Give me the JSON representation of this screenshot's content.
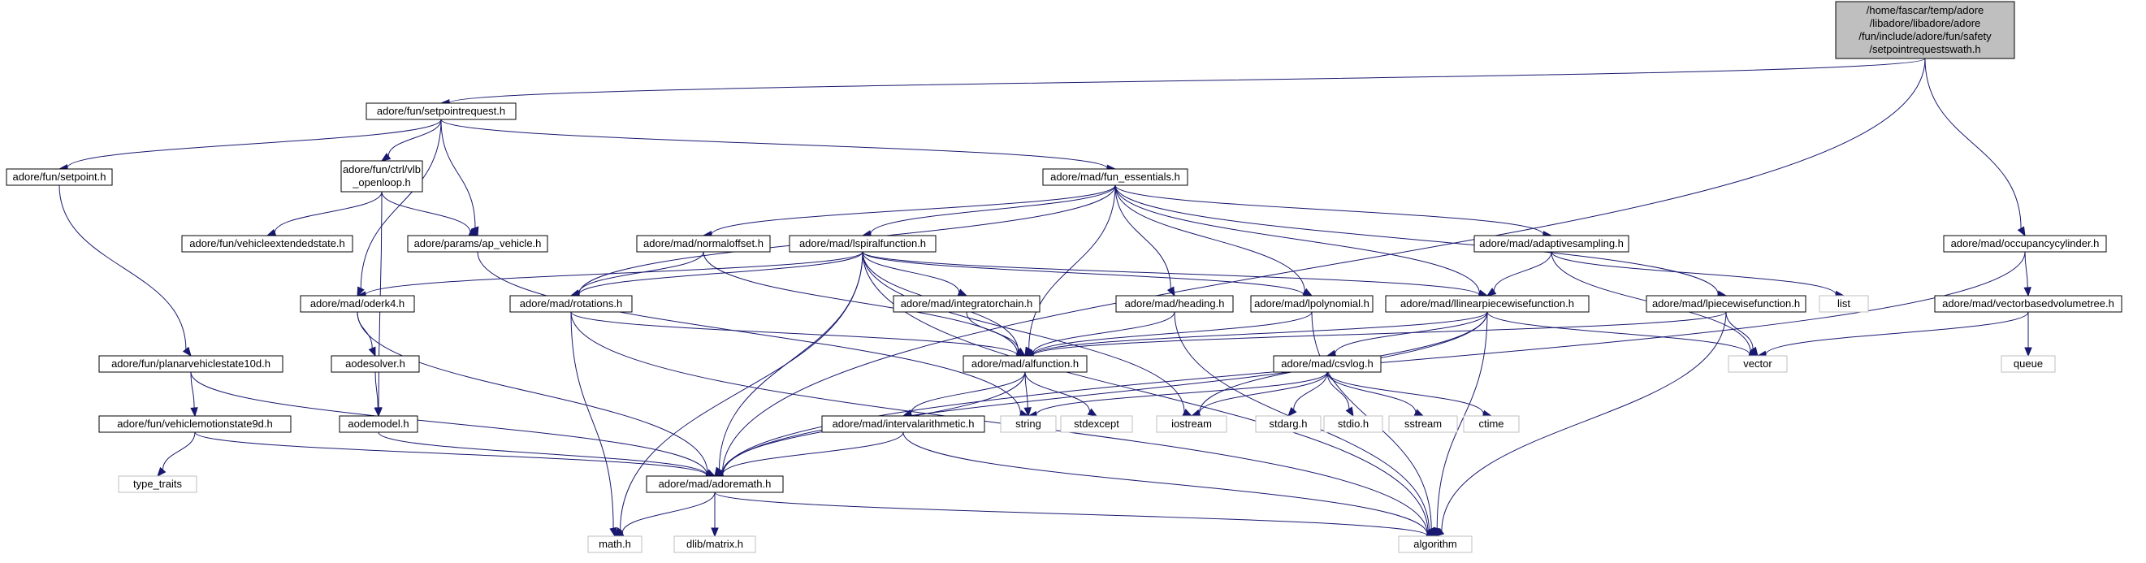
{
  "graph": {
    "title": "Include dependency graph for setpointrequestswath.h",
    "colors": {
      "edge": "#191970",
      "root_fill": "#bfbfbf",
      "node_border": "#000000",
      "system_border": "#bfbfbf"
    },
    "nodes": [
      {
        "id": "root",
        "kind": "root",
        "lines": [
          "/home/fascar/temp/adore",
          "/libadore/libadore/adore",
          "/fun/include/adore/fun/safety",
          "/setpointrequestswath.h"
        ]
      },
      {
        "id": "setpointrequest",
        "kind": "local",
        "lines": [
          "adore/fun/setpointrequest.h"
        ]
      },
      {
        "id": "setpoint",
        "kind": "local",
        "lines": [
          "adore/fun/setpoint.h"
        ]
      },
      {
        "id": "vlb_openloop",
        "kind": "local",
        "lines": [
          "adore/fun/ctrl/vlb",
          "_openloop.h"
        ]
      },
      {
        "id": "fun_essentials",
        "kind": "local",
        "lines": [
          "adore/mad/fun_essentials.h"
        ]
      },
      {
        "id": "vehicleextendedstate",
        "kind": "local",
        "lines": [
          "adore/fun/vehicleextendedstate.h"
        ]
      },
      {
        "id": "ap_vehicle",
        "kind": "local",
        "lines": [
          "adore/params/ap_vehicle.h"
        ]
      },
      {
        "id": "normaloffset",
        "kind": "local",
        "lines": [
          "adore/mad/normaloffset.h"
        ]
      },
      {
        "id": "lspiralfunction",
        "kind": "local",
        "lines": [
          "adore/mad/lspiralfunction.h"
        ]
      },
      {
        "id": "adaptivesampling",
        "kind": "local",
        "lines": [
          "adore/mad/adaptivesampling.h"
        ]
      },
      {
        "id": "occupancycylinder",
        "kind": "local",
        "lines": [
          "adore/mad/occupancycylinder.h"
        ]
      },
      {
        "id": "oderk4",
        "kind": "local",
        "lines": [
          "adore/mad/oderk4.h"
        ]
      },
      {
        "id": "rotations",
        "kind": "local",
        "lines": [
          "adore/mad/rotations.h"
        ]
      },
      {
        "id": "integratorchain",
        "kind": "local",
        "lines": [
          "adore/mad/integratorchain.h"
        ]
      },
      {
        "id": "heading",
        "kind": "local",
        "lines": [
          "adore/mad/heading.h"
        ]
      },
      {
        "id": "lpolynomial",
        "kind": "local",
        "lines": [
          "adore/mad/lpolynomial.h"
        ]
      },
      {
        "id": "llinearpiecewisefunction",
        "kind": "local",
        "lines": [
          "adore/mad/llinearpiecewisefunction.h"
        ]
      },
      {
        "id": "lpiecewisefunction",
        "kind": "local",
        "lines": [
          "adore/mad/lpiecewisefunction.h"
        ]
      },
      {
        "id": "vectorbasedvolumetree",
        "kind": "local",
        "lines": [
          "adore/mad/vectorbasedvolumetree.h"
        ]
      },
      {
        "id": "list",
        "kind": "system",
        "lines": [
          "list"
        ]
      },
      {
        "id": "planarvehiclestate10d",
        "kind": "local",
        "lines": [
          "adore/fun/planarvehiclestate10d.h"
        ]
      },
      {
        "id": "aodesolver",
        "kind": "local",
        "lines": [
          "aodesolver.h"
        ]
      },
      {
        "id": "alfunction",
        "kind": "local",
        "lines": [
          "adore/mad/alfunction.h"
        ]
      },
      {
        "id": "csvlog",
        "kind": "local",
        "lines": [
          "adore/mad/csvlog.h"
        ]
      },
      {
        "id": "vector",
        "kind": "system",
        "lines": [
          "vector"
        ]
      },
      {
        "id": "queue",
        "kind": "system",
        "lines": [
          "queue"
        ]
      },
      {
        "id": "vehiclemotionstate9d",
        "kind": "local",
        "lines": [
          "adore/fun/vehiclemotionstate9d.h"
        ]
      },
      {
        "id": "aodemodel",
        "kind": "local",
        "lines": [
          "aodemodel.h"
        ]
      },
      {
        "id": "intervalarithmetic",
        "kind": "local",
        "lines": [
          "adore/mad/intervalarithmetic.h"
        ]
      },
      {
        "id": "string",
        "kind": "system",
        "lines": [
          "string"
        ]
      },
      {
        "id": "stdexcept",
        "kind": "system",
        "lines": [
          "stdexcept"
        ]
      },
      {
        "id": "iostream",
        "kind": "system",
        "lines": [
          "iostream"
        ]
      },
      {
        "id": "stdarg",
        "kind": "system",
        "lines": [
          "stdarg.h"
        ]
      },
      {
        "id": "stdio",
        "kind": "system",
        "lines": [
          "stdio.h"
        ]
      },
      {
        "id": "sstream",
        "kind": "system",
        "lines": [
          "sstream"
        ]
      },
      {
        "id": "ctime",
        "kind": "system",
        "lines": [
          "ctime"
        ]
      },
      {
        "id": "type_traits",
        "kind": "system",
        "lines": [
          "type_traits"
        ]
      },
      {
        "id": "adoremath",
        "kind": "local",
        "lines": [
          "adore/mad/adoremath.h"
        ]
      },
      {
        "id": "math",
        "kind": "system",
        "lines": [
          "math.h"
        ]
      },
      {
        "id": "dlib_matrix",
        "kind": "system",
        "lines": [
          "dlib/matrix.h"
        ]
      },
      {
        "id": "algorithm",
        "kind": "system",
        "lines": [
          "algorithm"
        ]
      }
    ],
    "edges": [
      [
        "root",
        "setpointrequest"
      ],
      [
        "root",
        "adoremath"
      ],
      [
        "root",
        "occupancycylinder"
      ],
      [
        "setpointrequest",
        "setpoint"
      ],
      [
        "setpointrequest",
        "vlb_openloop"
      ],
      [
        "setpointrequest",
        "fun_essentials"
      ],
      [
        "setpointrequest",
        "oderk4"
      ],
      [
        "setpointrequest",
        "ap_vehicle"
      ],
      [
        "setpoint",
        "planarvehiclestate10d"
      ],
      [
        "vlb_openloop",
        "vehicleextendedstate"
      ],
      [
        "vlb_openloop",
        "ap_vehicle"
      ],
      [
        "vlb_openloop",
        "aodemodel"
      ],
      [
        "ap_vehicle",
        "string"
      ],
      [
        "fun_essentials",
        "normaloffset"
      ],
      [
        "fun_essentials",
        "lspiralfunction"
      ],
      [
        "fun_essentials",
        "rotations"
      ],
      [
        "fun_essentials",
        "heading"
      ],
      [
        "fun_essentials",
        "lpolynomial"
      ],
      [
        "fun_essentials",
        "llinearpiecewisefunction"
      ],
      [
        "fun_essentials",
        "adaptivesampling"
      ],
      [
        "fun_essentials",
        "lpiecewisefunction"
      ],
      [
        "fun_essentials",
        "alfunction"
      ],
      [
        "normaloffset",
        "rotations"
      ],
      [
        "normaloffset",
        "alfunction"
      ],
      [
        "lspiralfunction",
        "oderk4"
      ],
      [
        "lspiralfunction",
        "rotations"
      ],
      [
        "lspiralfunction",
        "integratorchain"
      ],
      [
        "lspiralfunction",
        "lpolynomial"
      ],
      [
        "lspiralfunction",
        "llinearpiecewisefunction"
      ],
      [
        "lspiralfunction",
        "alfunction"
      ],
      [
        "lspiralfunction",
        "adoremath"
      ],
      [
        "lspiralfunction",
        "math"
      ],
      [
        "lspiralfunction",
        "iostream"
      ],
      [
        "lspiralfunction",
        "algorithm"
      ],
      [
        "adaptivesampling",
        "llinearpiecewisefunction"
      ],
      [
        "adaptivesampling",
        "list"
      ],
      [
        "adaptivesampling",
        "vector"
      ],
      [
        "occupancycylinder",
        "vectorbasedvolumetree"
      ],
      [
        "occupancycylinder",
        "adoremath"
      ],
      [
        "vectorbasedvolumetree",
        "vector"
      ],
      [
        "vectorbasedvolumetree",
        "queue"
      ],
      [
        "oderk4",
        "aodesolver"
      ],
      [
        "oderk4",
        "adoremath"
      ],
      [
        "aodesolver",
        "aodemodel"
      ],
      [
        "rotations",
        "alfunction"
      ],
      [
        "rotations",
        "math"
      ],
      [
        "rotations",
        "algorithm"
      ],
      [
        "integratorchain",
        "alfunction"
      ],
      [
        "heading",
        "alfunction"
      ],
      [
        "heading",
        "algorithm"
      ],
      [
        "lpolynomial",
        "alfunction"
      ],
      [
        "lpolynomial",
        "algorithm"
      ],
      [
        "llinearpiecewisefunction",
        "alfunction"
      ],
      [
        "llinearpiecewisefunction",
        "csvlog"
      ],
      [
        "llinearpiecewisefunction",
        "vector"
      ],
      [
        "llinearpiecewisefunction",
        "iostream"
      ],
      [
        "llinearpiecewisefunction",
        "adoremath"
      ],
      [
        "llinearpiecewisefunction",
        "algorithm"
      ],
      [
        "lpiecewisefunction",
        "alfunction"
      ],
      [
        "lpiecewisefunction",
        "vector"
      ],
      [
        "lpiecewisefunction",
        "algorithm"
      ],
      [
        "planarvehiclestate10d",
        "vehiclemotionstate9d"
      ],
      [
        "planarvehiclestate10d",
        "adoremath"
      ],
      [
        "vehiclemotionstate9d",
        "type_traits"
      ],
      [
        "vehiclemotionstate9d",
        "adoremath"
      ],
      [
        "aodemodel",
        "adoremath"
      ],
      [
        "alfunction",
        "intervalarithmetic"
      ],
      [
        "alfunction",
        "string"
      ],
      [
        "alfunction",
        "stdexcept"
      ],
      [
        "alfunction",
        "adoremath"
      ],
      [
        "csvlog",
        "string"
      ],
      [
        "csvlog",
        "iostream"
      ],
      [
        "csvlog",
        "stdarg"
      ],
      [
        "csvlog",
        "stdio"
      ],
      [
        "csvlog",
        "sstream"
      ],
      [
        "csvlog",
        "ctime"
      ],
      [
        "intervalarithmetic",
        "adoremath"
      ],
      [
        "intervalarithmetic",
        "algorithm"
      ],
      [
        "adoremath",
        "math"
      ],
      [
        "adoremath",
        "dlib_matrix"
      ],
      [
        "adoremath",
        "algorithm"
      ]
    ]
  }
}
